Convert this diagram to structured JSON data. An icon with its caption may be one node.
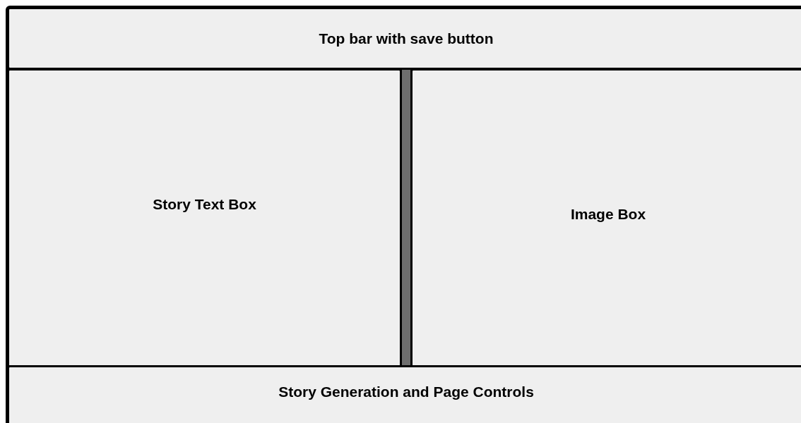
{
  "diagram": {
    "nodes": [
      {
        "text": [
          "Top bar with save button"
        ]
      },
      {
        "text": [
          "Story Text Box"
        ]
      },
      {
        "text": [
          "Image Box"
        ]
      },
      {
        "text": [
          "Story Generation and Page Controls"
        ]
      }
    ]
  }
}
